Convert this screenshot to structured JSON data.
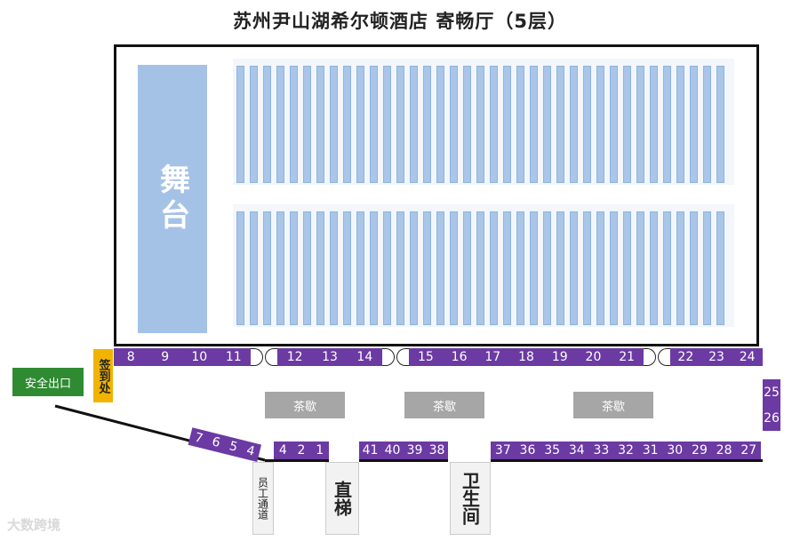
{
  "title": "苏州尹山湖希尔顿酒店 寄畅厅（5层）",
  "stage": "舞台",
  "sign_in": "签到处",
  "exit": "安全出口",
  "tea": [
    "茶歇",
    "茶歇",
    "茶歇"
  ],
  "staff_passage": "员工通道",
  "elevator": "直梯",
  "restroom": "卫生间",
  "watermark": "大数跨境",
  "booths_top": {
    "a": [
      "8",
      "9",
      "10",
      "11"
    ],
    "b": [
      "12",
      "13",
      "14"
    ],
    "c": [
      "15",
      "16",
      "17",
      "18",
      "19",
      "20",
      "21"
    ],
    "d": [
      "22",
      "23",
      "24"
    ]
  },
  "booths_right": [
    "25",
    "26"
  ],
  "booths_diag": [
    "7",
    "6",
    "5",
    "4"
  ],
  "booths_bottom": {
    "a": [
      "4",
      "2",
      "1"
    ],
    "b": [
      "41",
      "40",
      "39",
      "38"
    ],
    "c": [
      "37",
      "36",
      "35",
      "34",
      "33",
      "32",
      "31",
      "30",
      "29",
      "28",
      "27"
    ]
  },
  "colors": {
    "booth": "#6b3aa3",
    "stage": "#a4c2e6",
    "seat": "#a9c6e8",
    "tea": "#a6a6a6",
    "exit": "#2e8b32",
    "sign_in": "#f0b400"
  }
}
